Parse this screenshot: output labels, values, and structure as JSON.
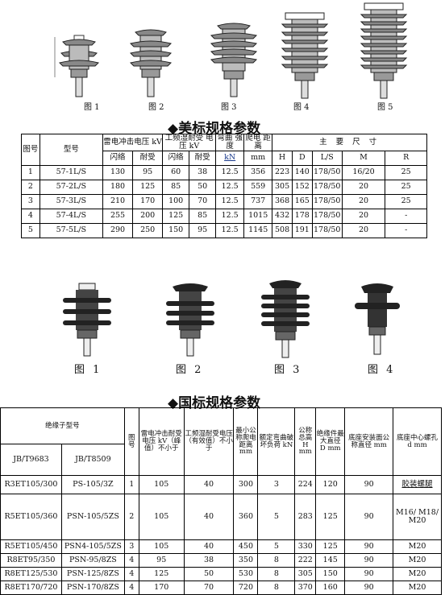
{
  "top_figures": {
    "captions": [
      "图 1",
      "图 2",
      "图 3",
      "图 4",
      "图 5"
    ]
  },
  "us_section": {
    "heading": "◆美标规格参数",
    "headers": {
      "fig_no": "图号",
      "model": "型号",
      "lightning": "雷电冲击电压 kV",
      "power_freq": "工频湿耐受 电压 kV",
      "bending": "弯曲 强度",
      "creepage": "爬电 距离",
      "main_dims": "主 要 尺 寸",
      "flashover": "闪络",
      "withstand": "耐受",
      "flashover2": "闪络",
      "withstand2": "耐受",
      "kn": "kN",
      "mm": "mm",
      "H": "H",
      "D": "D",
      "LS": "L/S",
      "M": "M",
      "R": "R"
    },
    "rows": [
      [
        "1",
        "57-1L/S",
        "130",
        "95",
        "60",
        "38",
        "12.5",
        "356",
        "223",
        "140",
        "178/50",
        "16/20",
        "25"
      ],
      [
        "2",
        "57-2L/S",
        "180",
        "125",
        "85",
        "50",
        "12.5",
        "559",
        "305",
        "152",
        "178/50",
        "20",
        "25"
      ],
      [
        "3",
        "57-3L/S",
        "210",
        "170",
        "100",
        "70",
        "12.5",
        "737",
        "368",
        "165",
        "178/50",
        "20",
        "25"
      ],
      [
        "4",
        "57-4L/S",
        "255",
        "200",
        "125",
        "85",
        "12.5",
        "1015",
        "432",
        "178",
        "178/50",
        "20",
        "-"
      ],
      [
        "5",
        "57-5L/S",
        "290",
        "250",
        "150",
        "95",
        "12.5",
        "1145",
        "508",
        "191",
        "178/50",
        "20",
        "-"
      ]
    ]
  },
  "mid_figures": {
    "captions": [
      "图 1",
      "图 2",
      "图 3",
      "图 4"
    ]
  },
  "gb_section": {
    "heading": "◆国标规格参数",
    "headers": {
      "model_group": "绝缘子型号",
      "std1": "JB/T9683",
      "std2": "JB/T8509",
      "fig": "图号",
      "lightning": "雷电冲击耐受电压 kV（峰值）不小于",
      "power_freq": "工频湿耐受电压（有效值）不小于",
      "creepage": "最小公称爬电距离 mm",
      "bending": "额定弯曲破坏负荷 kN",
      "height": "公称总高 H mm",
      "dia": "绝缘件最大直径 D mm",
      "base": "底座安装面公称直径 mm",
      "center": "底座中心螺孔 d mm"
    },
    "rows": [
      [
        "R3ET105/300",
        "PS-105/3Z",
        "1",
        "105",
        "40",
        "300",
        "3",
        "224",
        "120",
        "90",
        "胶装螺腿"
      ],
      [
        "R5ET105/360",
        "PSN-105/5ZS",
        "2",
        "105",
        "40",
        "360",
        "5",
        "283",
        "125",
        "90",
        "M16/ M18/ M20"
      ],
      [
        "R5ET105/450",
        "PSN4-105/5ZS",
        "3",
        "105",
        "40",
        "450",
        "5",
        "330",
        "125",
        "90",
        "M20"
      ],
      [
        "R8ET95/350",
        "PSN-95/8ZS",
        "4",
        "95",
        "38",
        "350",
        "8",
        "222",
        "145",
        "90",
        "M20"
      ],
      [
        "R8ET125/530",
        "PSN-125/8ZS",
        "4",
        "125",
        "50",
        "530",
        "8",
        "305",
        "150",
        "90",
        "M20"
      ],
      [
        "R8ET170/720",
        "PSN-170/8ZS",
        "4",
        "170",
        "70",
        "720",
        "8",
        "370",
        "160",
        "90",
        "M20"
      ]
    ]
  }
}
